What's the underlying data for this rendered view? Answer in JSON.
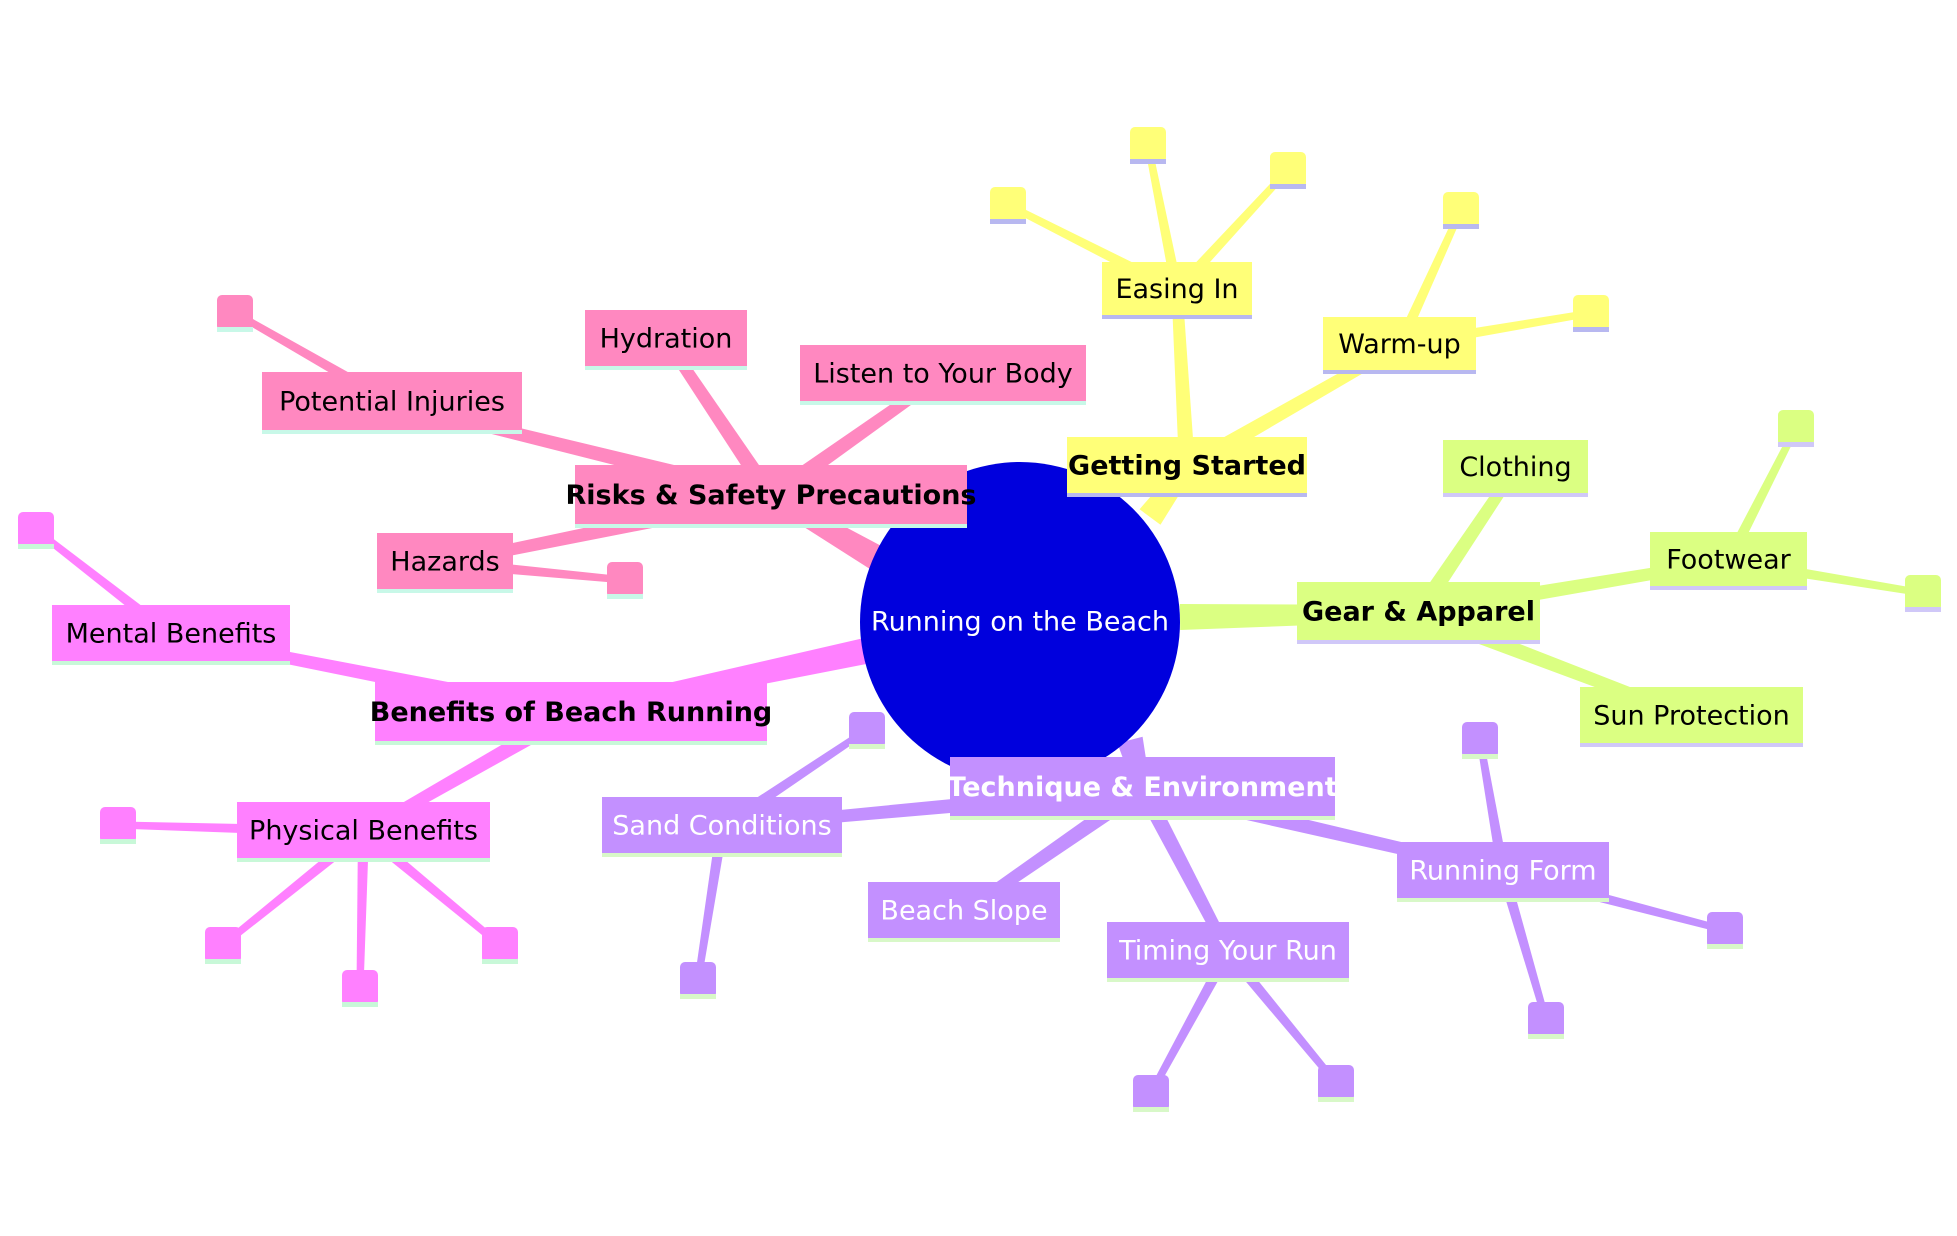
{
  "mindmap": {
    "root": {
      "label": "Running on the Beach",
      "fill": "#0000dd",
      "text_color": "#ffffff"
    },
    "branches": [
      {
        "id": "getting-started",
        "label": "Getting Started",
        "color": "#ffff78",
        "accent": "#b8b8f0",
        "text_color": "#000000",
        "children": [
          {
            "id": "easing-in",
            "label": "Easing In",
            "leaves": 3
          },
          {
            "id": "warm-up",
            "label": "Warm-up",
            "leaves": 2
          }
        ]
      },
      {
        "id": "gear-apparel",
        "label": "Gear & Apparel",
        "color": "#dbff82",
        "accent": "#d0c8f8",
        "text_color": "#000000",
        "children": [
          {
            "id": "clothing",
            "label": "Clothing",
            "leaves": 0
          },
          {
            "id": "footwear",
            "label": "Footwear",
            "leaves": 2
          },
          {
            "id": "sun-protection",
            "label": "Sun Protection",
            "leaves": 0
          }
        ]
      },
      {
        "id": "technique-environment",
        "label": "Technique & Environment",
        "color": "#c390ff",
        "accent": "#d8f8c8",
        "text_color": "#ffffff",
        "children": [
          {
            "id": "sand-conditions",
            "label": "Sand Conditions",
            "leaves": 2
          },
          {
            "id": "beach-slope",
            "label": "Beach Slope",
            "leaves": 0
          },
          {
            "id": "timing-your-run",
            "label": "Timing Your Run",
            "leaves": 2
          },
          {
            "id": "running-form",
            "label": "Running Form",
            "leaves": 3
          }
        ]
      },
      {
        "id": "benefits",
        "label": "Benefits of Beach Running",
        "color": "#ff80ff",
        "accent": "#c8f8d8",
        "text_color": "#000000",
        "children": [
          {
            "id": "mental-benefits",
            "label": "Mental Benefits",
            "leaves": 1
          },
          {
            "id": "physical-benefits",
            "label": "Physical Benefits",
            "leaves": 4
          }
        ]
      },
      {
        "id": "risks-safety",
        "label": "Risks & Safety Precautions",
        "color": "#ff88c0",
        "accent": "#c8f8e8",
        "text_color": "#000000",
        "children": [
          {
            "id": "potential-injuries",
            "label": "Potential Injuries",
            "leaves": 1
          },
          {
            "id": "hydration",
            "label": "Hydration",
            "leaves": 0
          },
          {
            "id": "listen-to-your-body",
            "label": "Listen to Your Body",
            "leaves": 0
          },
          {
            "id": "hazards",
            "label": "Hazards",
            "leaves": 1
          }
        ]
      }
    ]
  }
}
